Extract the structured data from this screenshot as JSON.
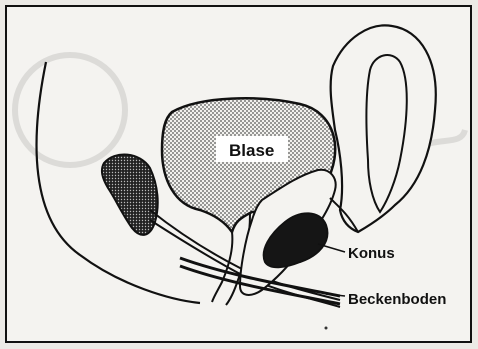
{
  "labels": {
    "blase": "Blase",
    "konus": "Konus",
    "beckenboden": "Beckenboden"
  },
  "colors": {
    "background": "#eceae6",
    "panel": "#f4f3f0",
    "ink": "#111111",
    "hatch": "#555555"
  }
}
